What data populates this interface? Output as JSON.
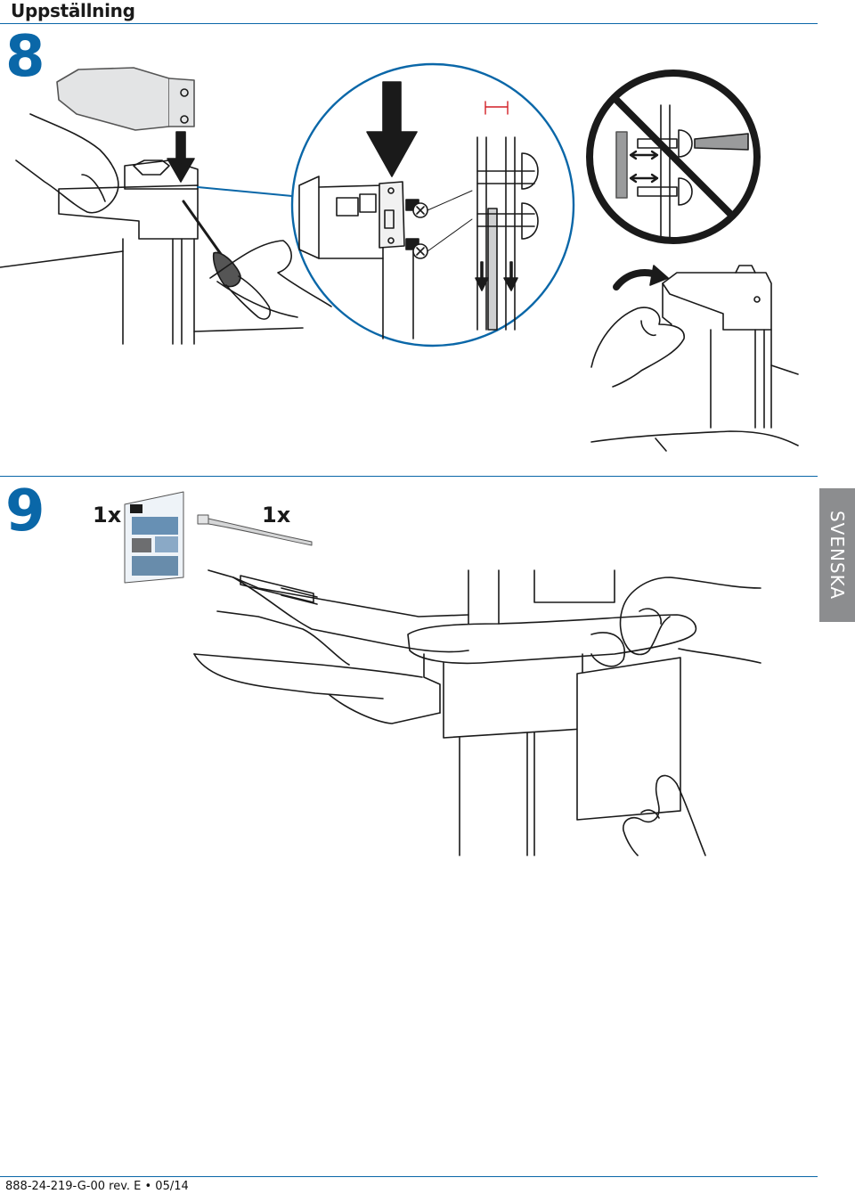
{
  "header": {
    "title": "Uppställning"
  },
  "steps": [
    {
      "number": "8"
    },
    {
      "number": "9",
      "items": [
        {
          "qty": "1x",
          "icon": "instruction-sheet-icon"
        },
        {
          "qty": "1x",
          "icon": "cable-tie-icon"
        }
      ]
    }
  ],
  "side_tab": {
    "label": "SVENSKA",
    "color": "#8c8d8f"
  },
  "footer": {
    "doc_number": "888-24-219-G-00 rev. E • 05/14"
  },
  "colors": {
    "accent": "#0a67a8",
    "warning": "#1a1a1a",
    "dimension": "#d21f26"
  }
}
